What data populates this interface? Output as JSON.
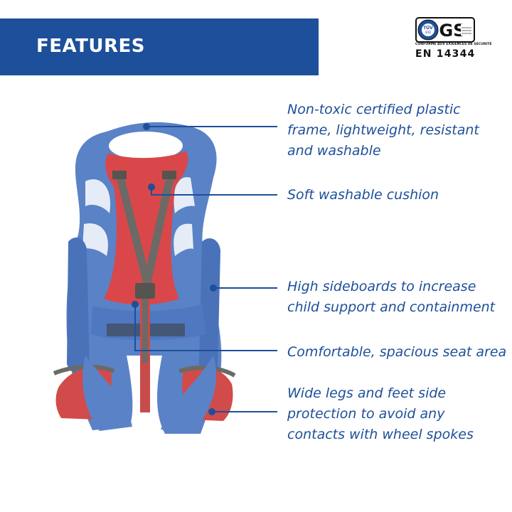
{
  "header": {
    "title": "FEATURES"
  },
  "certification": {
    "logo_text": "TÜV SÜD GS",
    "compliance_text": "CONFORME AUX EXIGENCES DE SÉCURITÉ",
    "standard": "EN 14344"
  },
  "features": [
    "Non-toxic certified plastic\nframe, lightweight, resistant\nand washable",
    "Soft washable cushion",
    "High sideboards to increase\nchild support and containment",
    "Comfortable, spacious seat area",
    "Wide legs and feet side\nprotection to avoid any\ncontacts with wheel spokes"
  ],
  "colors": {
    "brand_blue": "#1d4f9a",
    "seat_blue": "#5a82c6",
    "cushion_red": "#d9474a",
    "strap_gray": "#6b6a66"
  }
}
